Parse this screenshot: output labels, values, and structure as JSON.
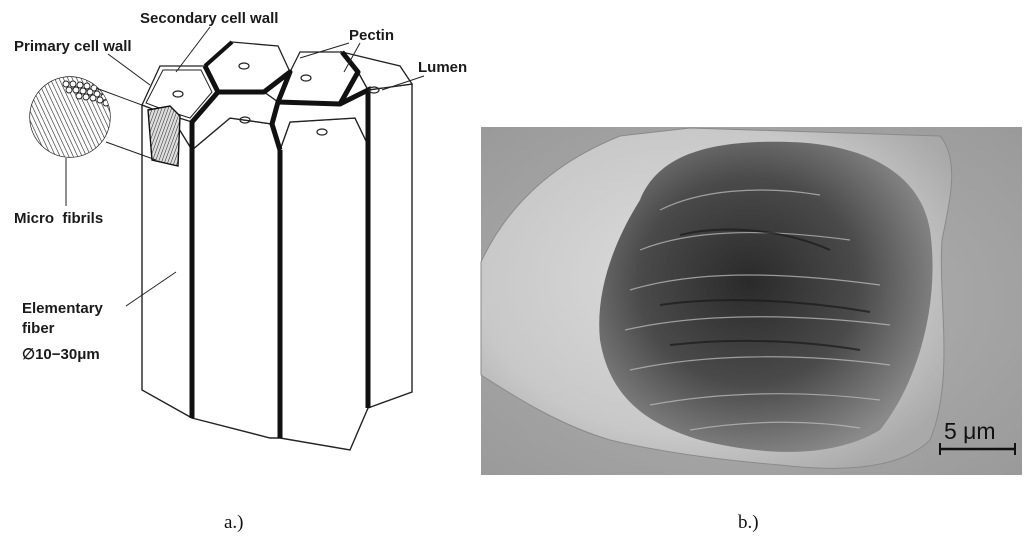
{
  "panel_a": {
    "labels": {
      "secondary_cell_wall": "Secondary cell wall",
      "primary_cell_wall": "Primary cell wall",
      "pectin": "Pectin",
      "lumen": "Lumen",
      "micro_fibrils": "Micro  fibrils",
      "elementary_fiber_line1": "Elementary",
      "elementary_fiber_line2": "fiber",
      "diameter": "∅10−30μm"
    },
    "caption": "a.)"
  },
  "panel_b": {
    "scale_bar_label": "5 μm",
    "caption": "b.)"
  }
}
